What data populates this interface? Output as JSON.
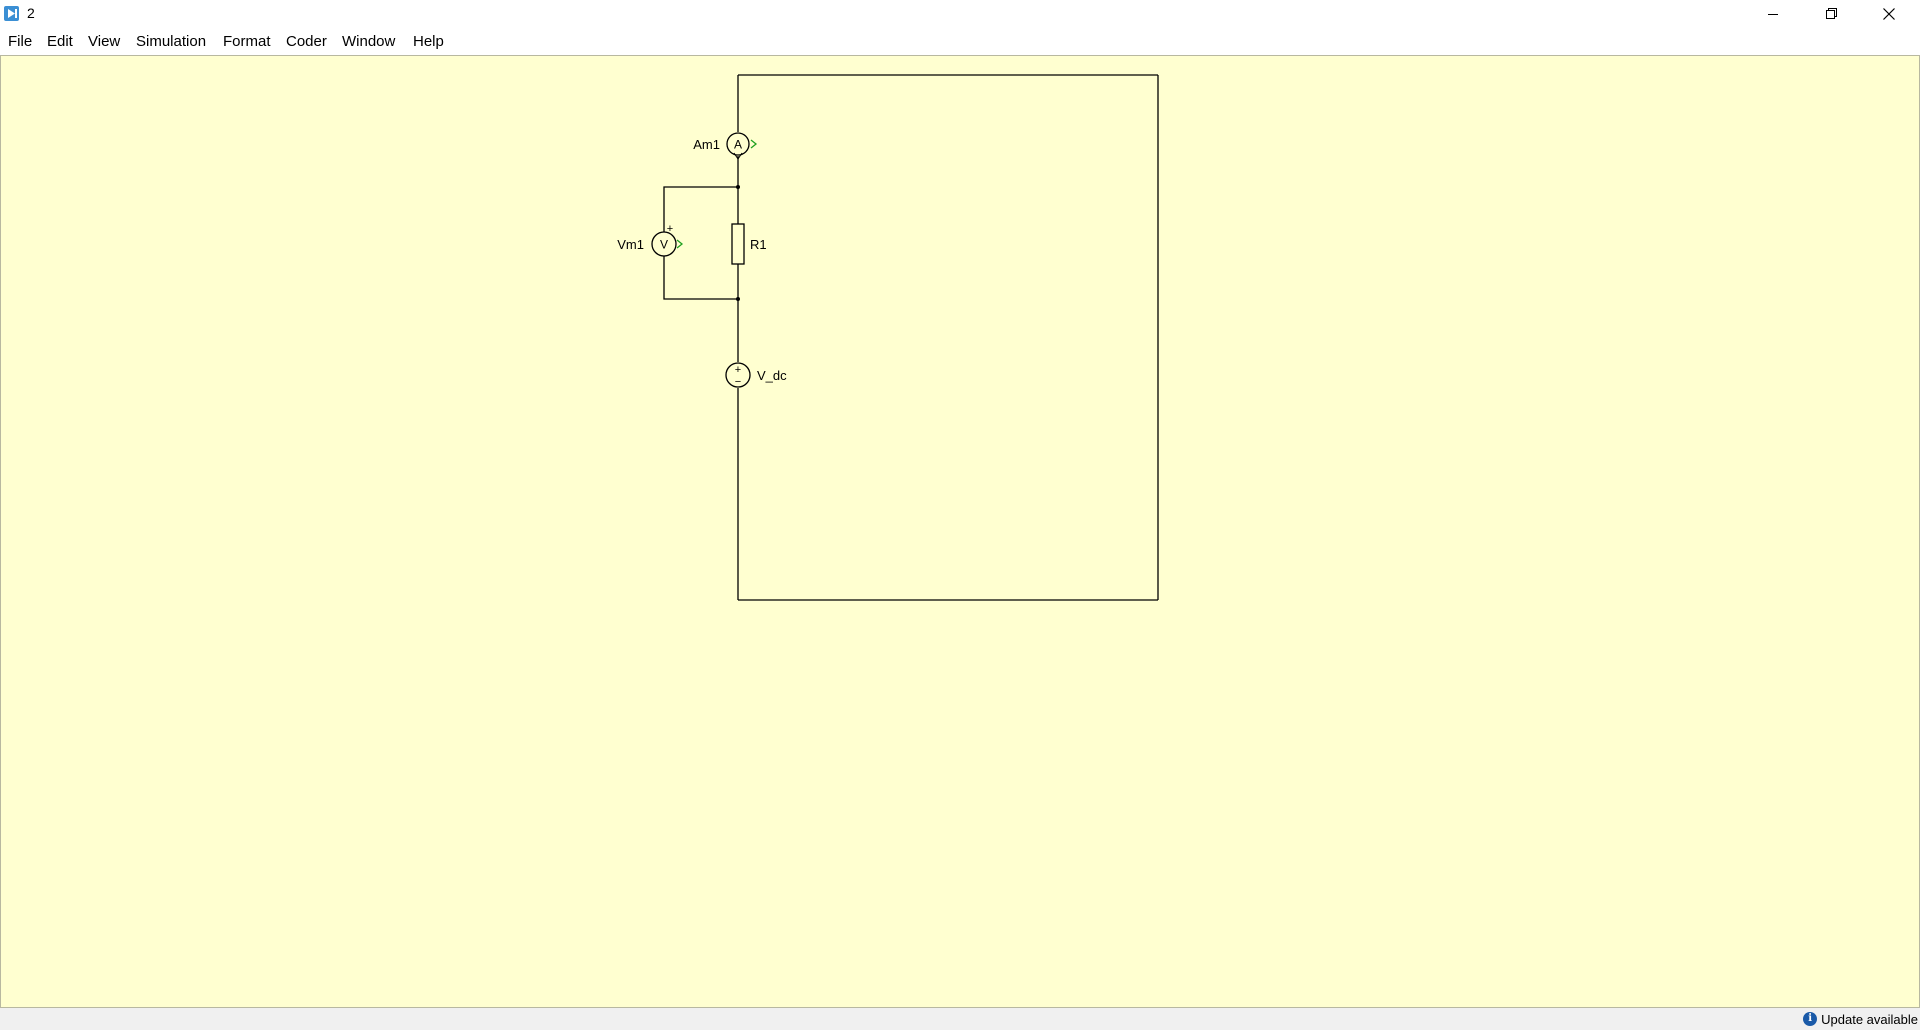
{
  "window": {
    "title": "2"
  },
  "menu": {
    "items": [
      "File",
      "Edit",
      "View",
      "Simulation",
      "Format",
      "Coder",
      "Window",
      "Help"
    ]
  },
  "schematic": {
    "ammeter": {
      "name": "Am1",
      "symbol": "A"
    },
    "voltmeter": {
      "name": "Vm1",
      "symbol": "V",
      "polarity": "+"
    },
    "resistor": {
      "name": "R1"
    },
    "source": {
      "name": "V_dc",
      "plus": "+",
      "minus": "−"
    }
  },
  "status": {
    "update_text": "Update available",
    "info_glyph": "i"
  },
  "colors": {
    "canvas_background": "#ffffd0",
    "wire": "#000000",
    "output_arrow": "#1fa01f",
    "app_icon": "#3b8fd4"
  },
  "icons": {
    "app": "app-icon",
    "minimize": "minimize-icon",
    "maximize": "restore-icon",
    "close": "close-icon",
    "status": "info-icon"
  }
}
